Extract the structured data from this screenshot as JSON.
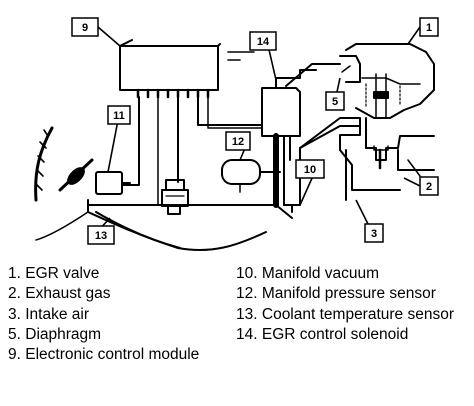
{
  "callouts": {
    "c1": "1",
    "c2": "2",
    "c3": "3",
    "c5": "5",
    "c9": "9",
    "c10": "10",
    "c11": "11",
    "c12": "12",
    "c13": "13",
    "c14": "14"
  },
  "legend": {
    "left": [
      {
        "num": "1.",
        "text": "EGR valve"
      },
      {
        "num": "2.",
        "text": "Exhaust gas"
      },
      {
        "num": "3.",
        "text": "Intake air"
      },
      {
        "num": "5.",
        "text": "Diaphragm"
      },
      {
        "num": "9.",
        "text": "Electronic control module"
      }
    ],
    "right": [
      {
        "num": "10.",
        "text": "Manifold vacuum"
      },
      {
        "num": "12.",
        "text": "Manifold pressure sensor"
      },
      {
        "num": "13.",
        "text": "Coolant temperature sensor"
      },
      {
        "num": "14.",
        "text": "EGR control solenoid"
      }
    ]
  }
}
